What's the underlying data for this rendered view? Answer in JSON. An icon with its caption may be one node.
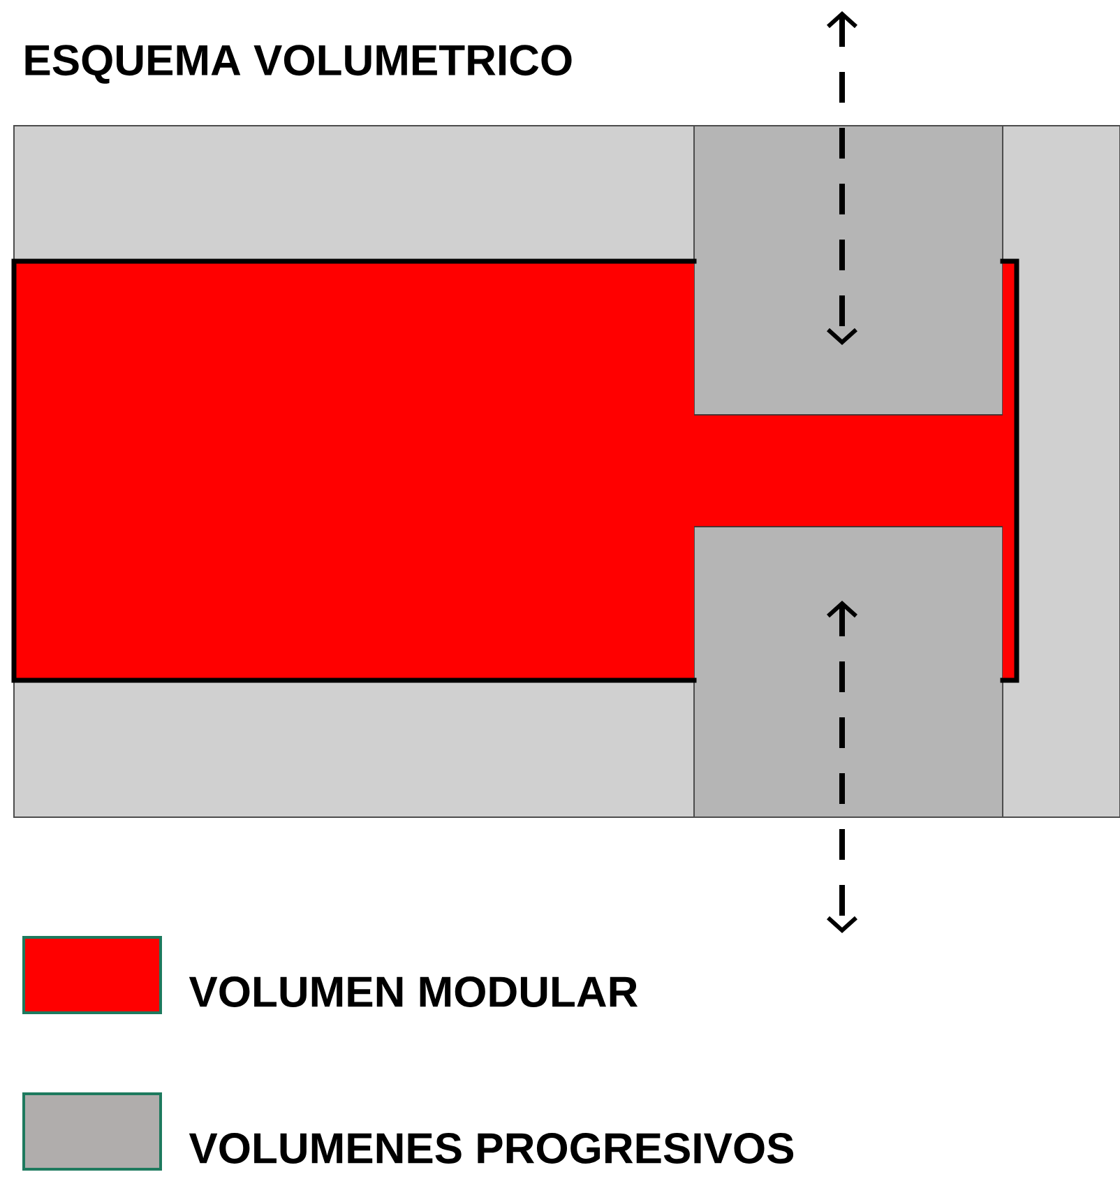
{
  "diagram": {
    "title": "ESQUEMA VOLUMETRICO",
    "legend": [
      {
        "text": "VOLUMEN MODULAR",
        "color": "#ff0000"
      },
      {
        "text": "VOLUMENES PROGRESIVOS",
        "color": "#b0adac"
      }
    ]
  }
}
